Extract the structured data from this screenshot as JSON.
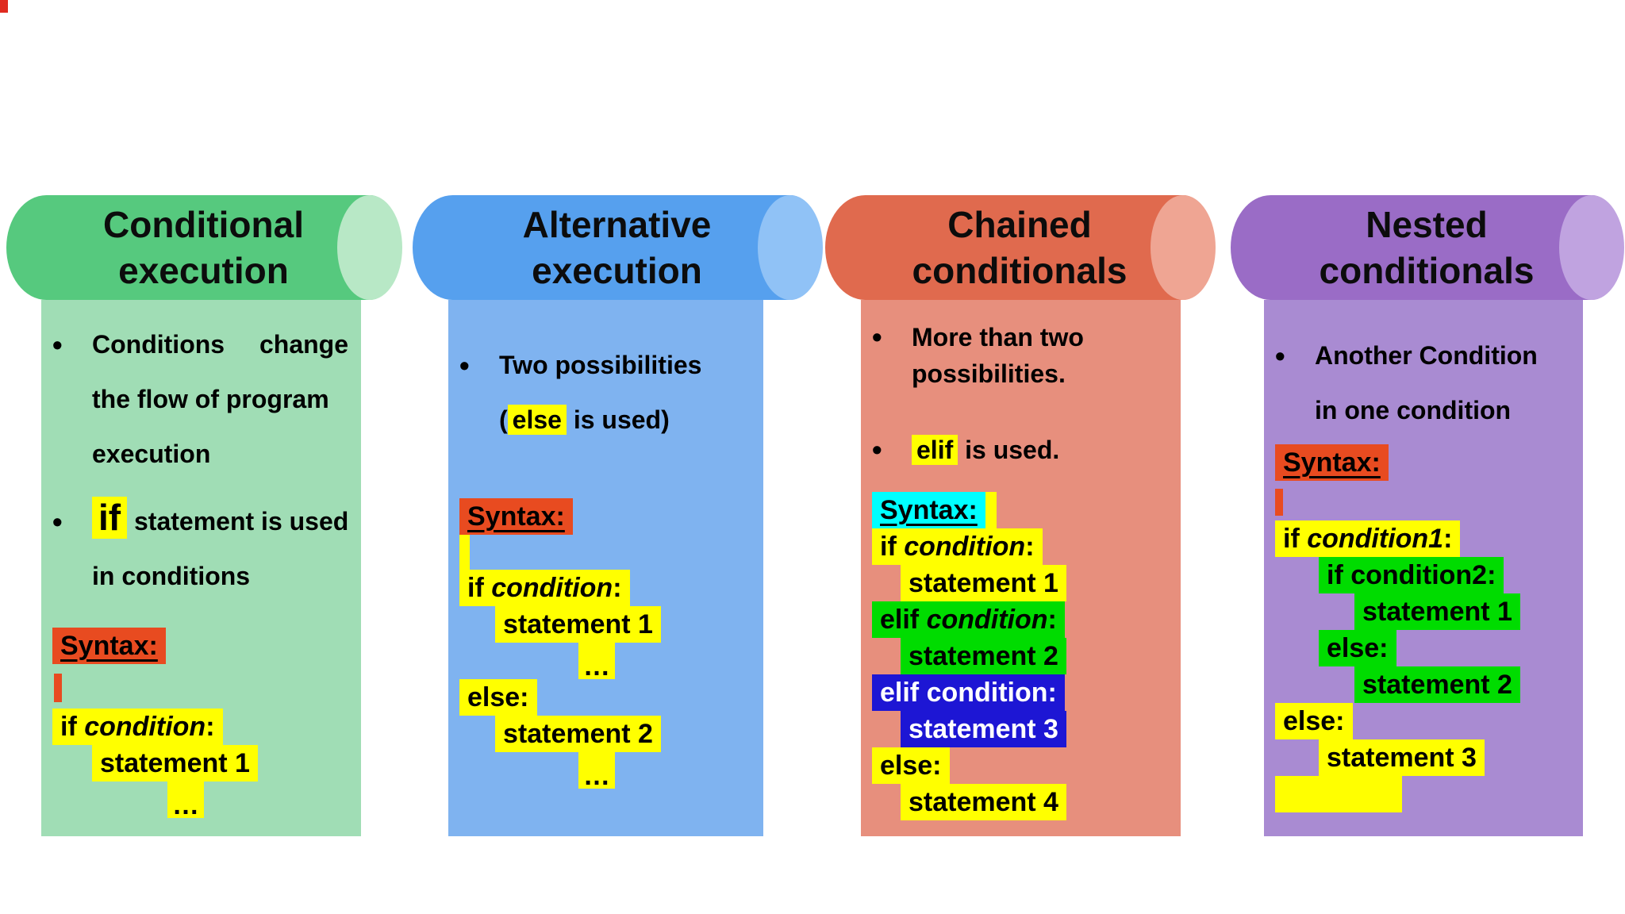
{
  "bullet_glyph": "•",
  "palette": {
    "hl-yellow": "#ffff00",
    "hl-green": "#00dc00",
    "hl-blue": "#1d16d4",
    "hl-cyan": "#00ffff",
    "hl-red": "#e84b20",
    "text-light": "#ffffff",
    "c1-header": "#56c97e",
    "c1-cap": "#b8e8c6",
    "c1-body": "#a0ddb5",
    "c1-rim": "#2e9c5c",
    "c2-header": "#56a0ee",
    "c2-cap": "#90c2f6",
    "c2-body": "#7fb3f0",
    "c2-rim": "#2f7cd0",
    "c3-header": "#e06a4e",
    "c3-cap": "#efa593",
    "c3-body": "#e78f7d",
    "c3-rim": "#b84a30",
    "c4-header": "#9a6cc6",
    "c4-cap": "#c0a3e0",
    "c4-body": "#a98bd2",
    "c4-rim": "#7a4ba8"
  },
  "columns": [
    {
      "name": "Conditional execution",
      "title": [
        "Conditional",
        "execution"
      ],
      "bullet1": {
        "l1a": "Conditions",
        "l1b": "change",
        "l2": "the flow of program",
        "l3": "execution"
      },
      "bullet2": {
        "kw": "if",
        "rest": " statement is used",
        "l2": "in conditions"
      },
      "syntax_label": "Syntax:",
      "code": [
        {
          "indent": 0,
          "highlight": "yellow",
          "p1": "if ",
          "cond": "condition",
          "p3": ":"
        },
        {
          "indent": 1,
          "highlight": "yellow",
          "text": "statement 1"
        },
        {
          "indent": 2,
          "highlight": "yellow",
          "text": "…",
          "ellipsis": true
        }
      ]
    },
    {
      "name": "Alternative execution",
      "title": [
        "Alternative",
        "execution"
      ],
      "bullet1": {
        "l1": "Two possibilities",
        "l2a": "(",
        "kw": "else",
        "l2b": " is used)"
      },
      "syntax_label": "Syntax:",
      "code": [
        {
          "indent": 0,
          "highlight": "yellow",
          "p1": "if ",
          "cond": "condition",
          "p3": ":"
        },
        {
          "indent": 1,
          "highlight": "yellow",
          "text": "statement 1"
        },
        {
          "indent": 2,
          "highlight": "yellow",
          "text": "…",
          "ellipsis": true
        },
        {
          "indent": 0,
          "highlight": "yellow",
          "text": "else:"
        },
        {
          "indent": 1,
          "highlight": "yellow",
          "text": "statement 2"
        },
        {
          "indent": 2,
          "highlight": "yellow",
          "text": "…",
          "ellipsis": true
        }
      ]
    },
    {
      "name": "Chained conditionals",
      "title": [
        "Chained",
        "conditionals"
      ],
      "bullet1": {
        "l1": "More than two",
        "l2": "possibilities."
      },
      "bullet2": {
        "kw": "elif",
        "rest": " is used."
      },
      "syntax_label": "Syntax:",
      "code": [
        {
          "indent": 0,
          "highlight": "yellow",
          "p1": "if ",
          "cond": "condition",
          "p3": ":"
        },
        {
          "indent": 1,
          "highlight": "yellow",
          "text": "statement 1"
        },
        {
          "indent": 0,
          "highlight": "green",
          "p1": "elif ",
          "cond": "condition",
          "p3": ":"
        },
        {
          "indent": 1,
          "highlight": "green",
          "text": "statement 2"
        },
        {
          "indent": 0,
          "highlight": "blue",
          "text": "elif condition:"
        },
        {
          "indent": 1,
          "highlight": "blue",
          "text": "statement 3"
        },
        {
          "indent": 0,
          "highlight": "yellow",
          "text": "else:"
        },
        {
          "indent": 1,
          "highlight": "yellow",
          "text": "statement 4"
        }
      ]
    },
    {
      "name": "Nested conditionals",
      "title": [
        "Nested",
        "conditionals"
      ],
      "bullet1": {
        "l1": "Another Condition",
        "l2": "in one condition"
      },
      "syntax_label": "Syntax:",
      "code": [
        {
          "indent": 0,
          "highlight": "yellow",
          "p1": "if ",
          "cond": "condition1",
          "p3": ":"
        },
        {
          "indent": 1,
          "highlight": "green",
          "text": "if condition2:"
        },
        {
          "indent": 2,
          "highlight": "green",
          "text": "statement 1"
        },
        {
          "indent": 1,
          "highlight": "green",
          "text": "else:"
        },
        {
          "indent": 2,
          "highlight": "green",
          "text": "statement 2"
        },
        {
          "indent": 0,
          "highlight": "yellow",
          "text": "else:"
        },
        {
          "indent": 1,
          "highlight": "yellow",
          "text": "statement 3"
        },
        {
          "indent": 0,
          "highlight": "yellow",
          "text": "",
          "blob": true
        }
      ]
    }
  ]
}
